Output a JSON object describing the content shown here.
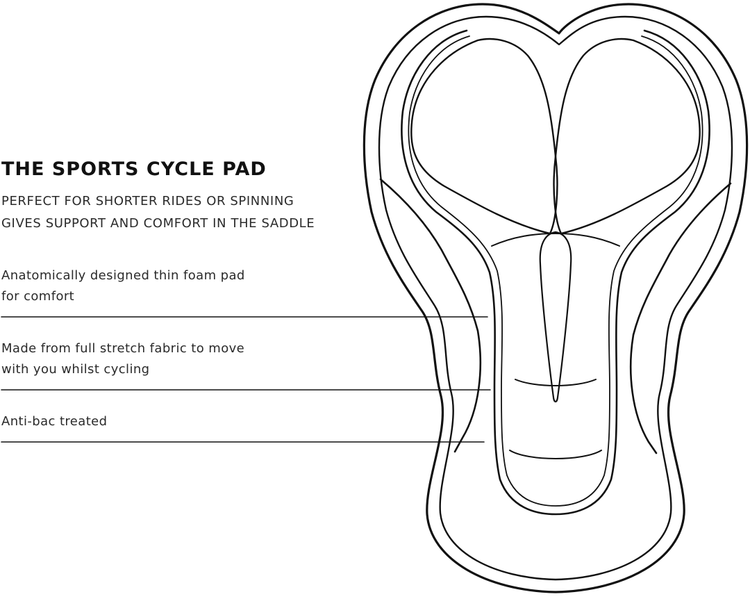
{
  "title": "THE SPORTS CYCLE PAD",
  "subtitle_lines": [
    "PERFECT FOR SHORTER RIDES OR SPINNING",
    "GIVES SUPPORT AND COMFORT IN THE SADDLE"
  ],
  "features": [
    {
      "line1": "Anatomically designed thin foam pad",
      "line2": "for comfort"
    },
    {
      "line1": "Made from full stretch fabric to move",
      "line2": "with you whilst cycling"
    },
    {
      "line1": "Anti-bac treated"
    }
  ],
  "colors": {
    "background": "#ffffff",
    "ink": "#111111"
  }
}
